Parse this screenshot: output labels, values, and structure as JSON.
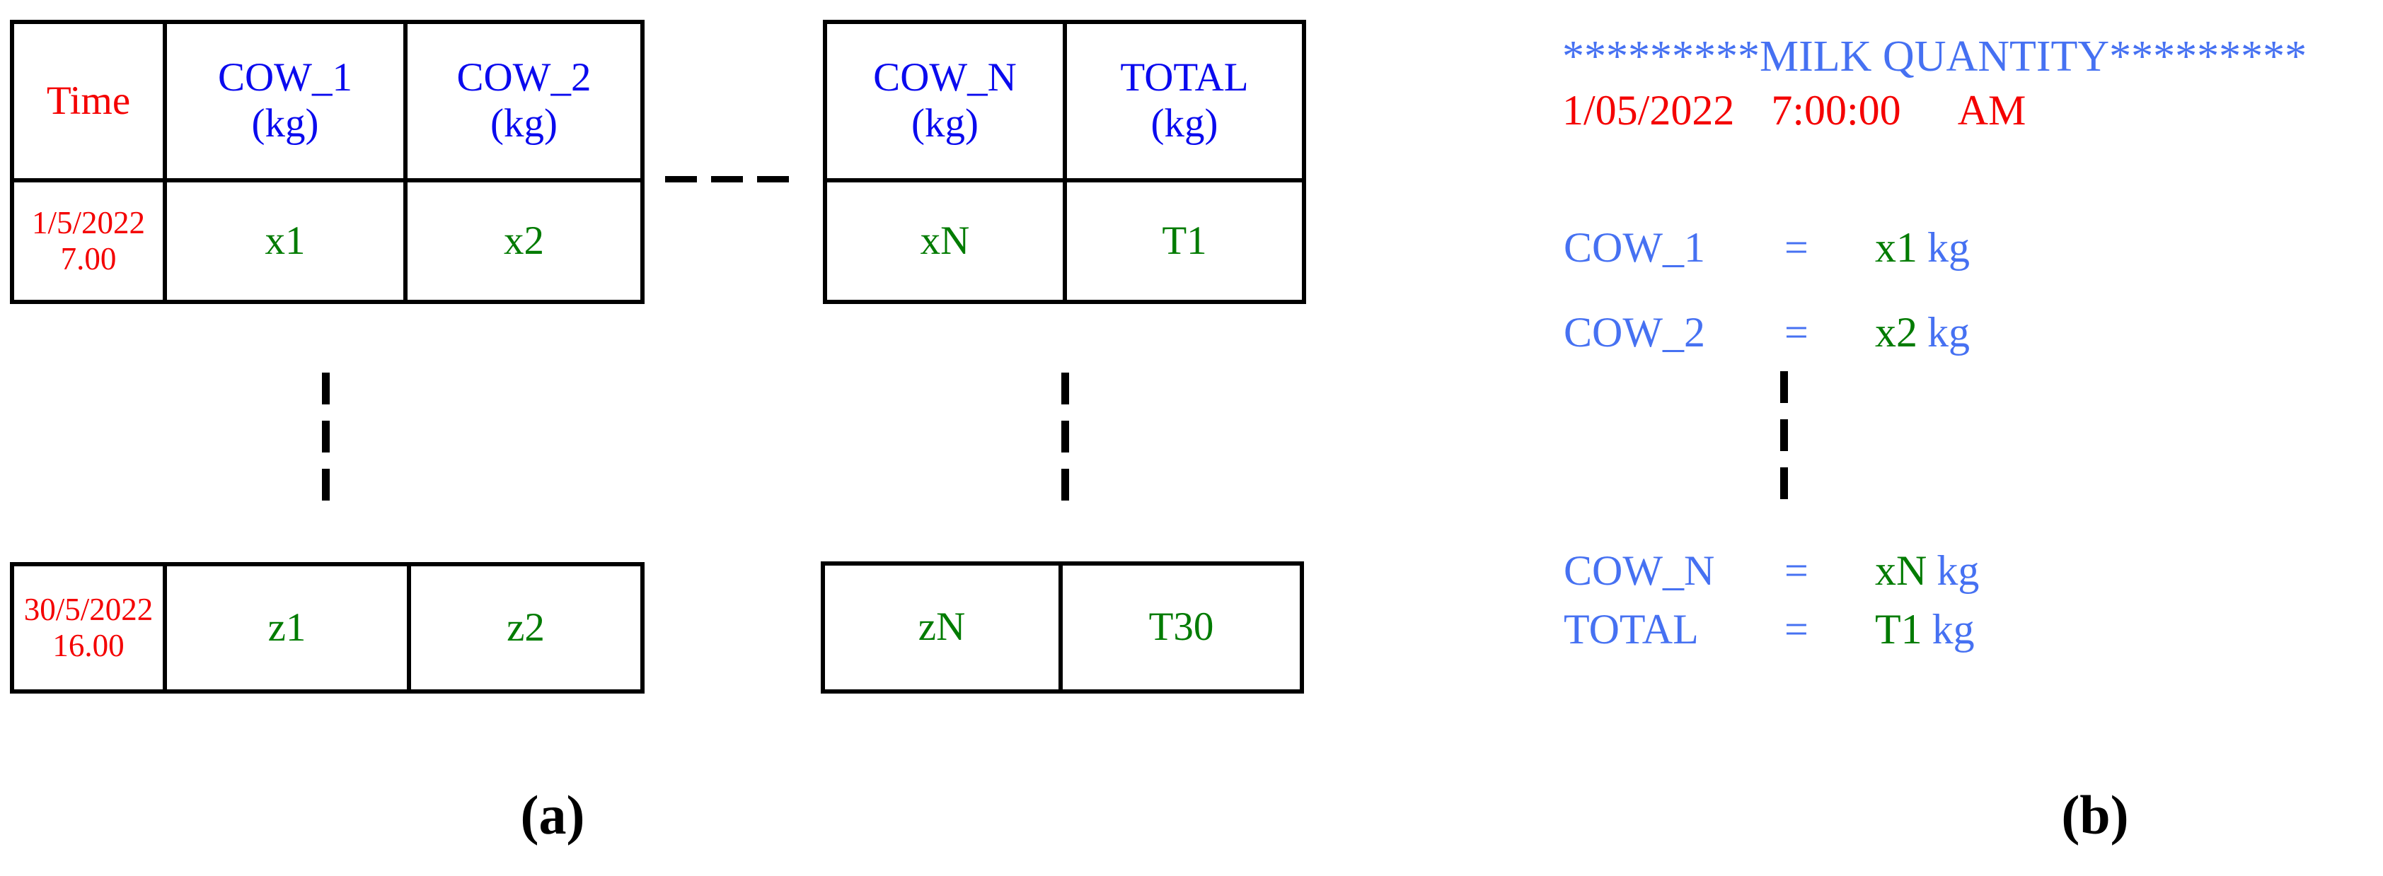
{
  "colors": {
    "panel_a_blue": "#0a0aee",
    "panel_b_blue": "#4671f2",
    "red": "#f40000",
    "green": "#007b00",
    "line_black": "#000000",
    "background": "#ffffff"
  },
  "panel_a": {
    "label": "(a)",
    "top_left_table": {
      "header": {
        "time": "Time",
        "cow1_name": "COW_1",
        "cow1_unit": "(kg)",
        "cow2_name": "COW_2",
        "cow2_unit": "(kg)"
      },
      "row": {
        "date_line1": "1/5/2022",
        "date_line2": "7.00",
        "cow1_value": "x1",
        "cow2_value": "x2"
      }
    },
    "top_right_table": {
      "header": {
        "cowN_name": "COW_N",
        "cowN_unit": "(kg)",
        "total_name": "TOTAL",
        "total_unit": "(kg)"
      },
      "row": {
        "cowN_value": "xN",
        "total_value": "T1"
      }
    },
    "bottom_left_table": {
      "row": {
        "date_line1": "30/5/2022",
        "date_line2": "16.00",
        "cow1_value": "z1",
        "cow2_value": "z2"
      }
    },
    "bottom_right_table": {
      "row": {
        "cowN_value": "zN",
        "total_value": "T30"
      }
    }
  },
  "panel_b": {
    "label": "(b)",
    "title": "*********MILK QUANTITY*********",
    "timestamp": {
      "date": "1/05/2022",
      "time": "7:00:00",
      "meridiem": "AM"
    },
    "lines": [
      {
        "name": "COW_1",
        "eq": "=",
        "value": "x1",
        "unit": "kg"
      },
      {
        "name": "COW_2",
        "eq": "=",
        "value": "x2",
        "unit": "kg"
      },
      {
        "name": "COW_N",
        "eq": "=",
        "value": "xN",
        "unit": "kg"
      },
      {
        "name": "TOTAL",
        "eq": "=",
        "value": "T1",
        "unit": "kg"
      }
    ]
  }
}
